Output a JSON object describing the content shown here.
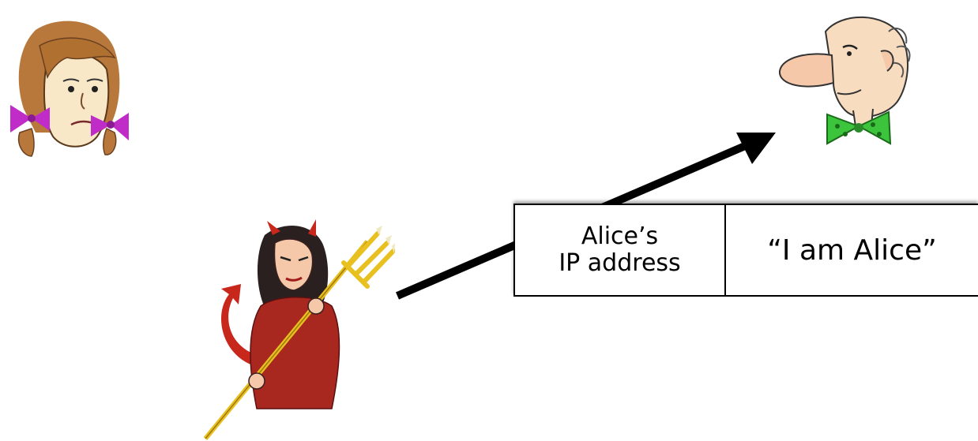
{
  "packet": {
    "source_line1": "Alice’s",
    "source_line2": "IP address",
    "payload": "“I am Alice”"
  },
  "colors": {
    "arrow": "#000000",
    "alice_hair": "#b8783c",
    "alice_bow": "#c02cc8",
    "bob_bowtie": "#3cc43c",
    "trudy_dress": "#a82820",
    "pitchfork": "#e8c020"
  }
}
